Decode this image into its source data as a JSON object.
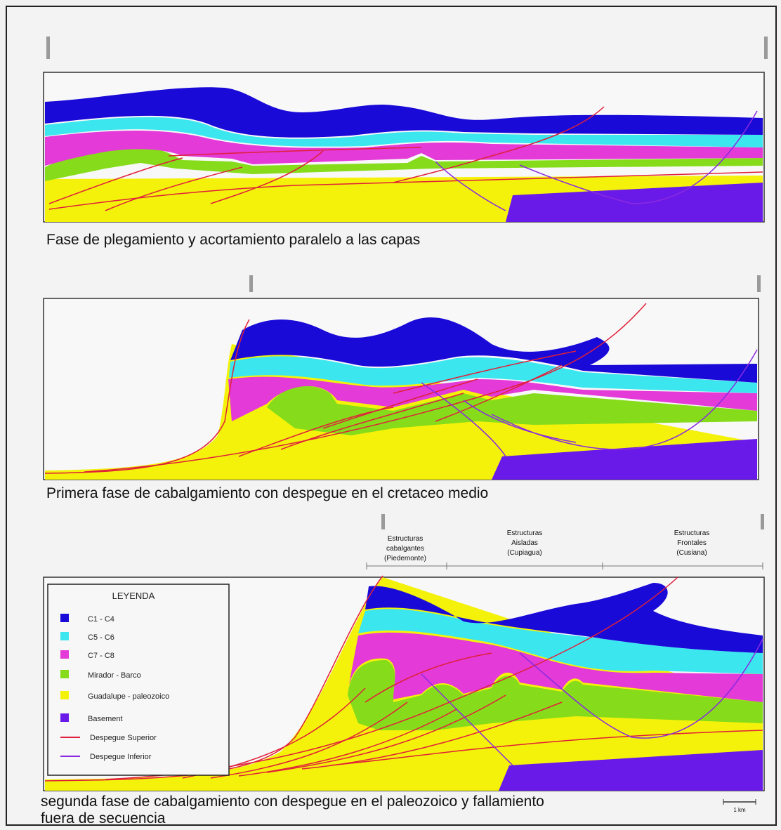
{
  "captions": {
    "phase1": "Fase de plegamiento y acortamiento paralelo a las capas",
    "phase2": "Primera fase de cabalgamiento con despegue en el cretaceo medio",
    "phase3_line1": "segunda fase de cabalgamiento con despegue en el paleozoico y fallamiento",
    "phase3_line2": "fuera de secuencia"
  },
  "zones": [
    {
      "line1": "Estructuras",
      "line2": "cabalgantes",
      "line3": "(Piedemonte)"
    },
    {
      "line1": "Estructuras",
      "line2": "Aisladas",
      "line3": "(Cupiagua)"
    },
    {
      "line1": "Estructuras",
      "line2": "Frontales",
      "line3": "(Cusiana)"
    }
  ],
  "legend": {
    "title": "LEYENDA",
    "items": [
      {
        "label": "C1 - C4",
        "color": "#1a0ad8",
        "kind": "box"
      },
      {
        "label": "C5 - C6",
        "color": "#3ce6ee",
        "kind": "box"
      },
      {
        "label": "C7 - C8",
        "color": "#e33ad8",
        "kind": "box"
      },
      {
        "label": "Mirador - Barco",
        "color": "#86dc1a",
        "kind": "box"
      },
      {
        "label": "Guadalupe - paleozoico",
        "color": "#f4f20a",
        "kind": "box"
      },
      {
        "label": "Basement",
        "color": "#6a1ae8",
        "kind": "box"
      },
      {
        "label": "Despegue Superior",
        "color": "#e0203a",
        "kind": "line"
      },
      {
        "label": "Despegue Inferior",
        "color": "#8a2ae0",
        "kind": "line"
      }
    ]
  },
  "scale": {
    "label": "1 km"
  },
  "colors": {
    "c1c4": "#1a0ad8",
    "c5c6": "#3ce6ee",
    "c7c8": "#e33ad8",
    "mirador": "#86dc1a",
    "guadalupe": "#f4f20a",
    "basement": "#6a1ae8",
    "upper_detachment": "#e0203a",
    "lower_detachment": "#8a2ae0"
  }
}
